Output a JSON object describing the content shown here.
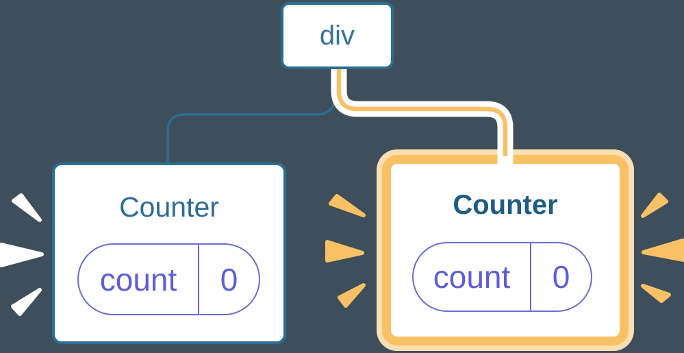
{
  "diagram": {
    "root": {
      "label": "div"
    },
    "left_counter": {
      "title": "Counter",
      "state_key": "count",
      "state_value": "0",
      "highlighted": false
    },
    "right_counter": {
      "title": "Counter",
      "state_key": "count",
      "state_value": "0",
      "highlighted": true
    }
  },
  "colors": {
    "background": "#3E4F5B",
    "teal": "#2B6E94",
    "teal_text": "#35719A",
    "title_left": "#2B6D93",
    "title_right": "#1E5C82",
    "purple": "#6B6BD8",
    "purple_text": "#5E5ED6",
    "orange": "#F8C166",
    "orange_pale": "#FBDFB1",
    "card": "#FFFFFF"
  }
}
